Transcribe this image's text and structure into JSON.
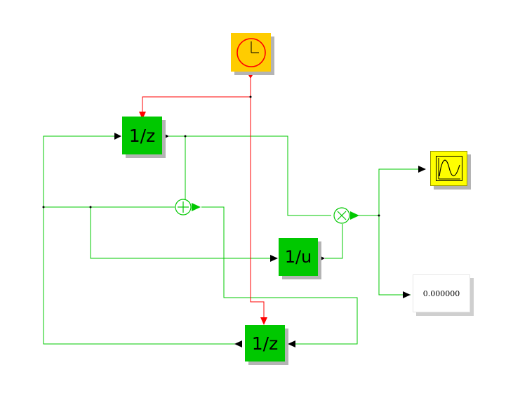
{
  "blocks": {
    "clock": {
      "icon": "clock-icon"
    },
    "delay_top": {
      "label": "1/z"
    },
    "delay_bottom": {
      "label": "1/z"
    },
    "inverse": {
      "label": "1/u"
    },
    "sum": {
      "symbol": "+"
    },
    "product": {
      "symbol": "×"
    },
    "scope": {
      "icon": "scope-icon"
    },
    "display": {
      "value": "0.000000"
    }
  },
  "colors": {
    "signal_link": "#00c800",
    "activation_link": "#ff0000",
    "block_green": "#00c800",
    "clock_yellow": "#ffcc00",
    "scope_yellow": "#ffff00",
    "shadow": "#b4b4b4"
  }
}
